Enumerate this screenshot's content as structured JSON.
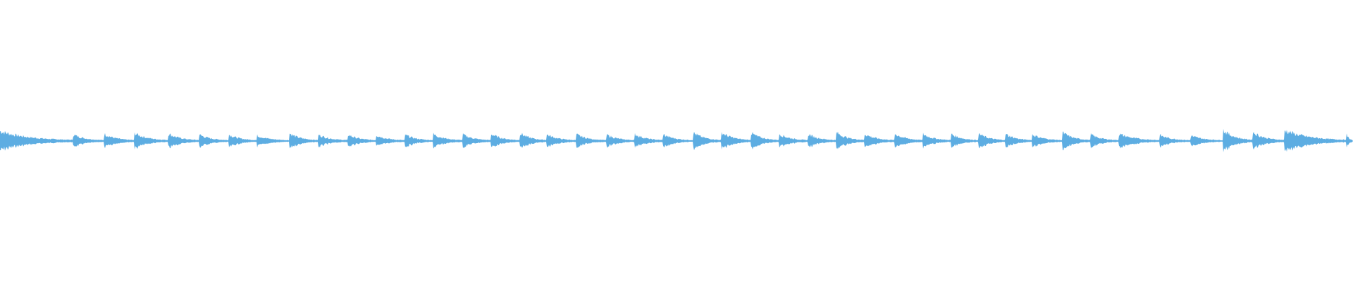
{
  "waveform": {
    "color": "#5dade2",
    "background": "#ffffff",
    "duration_fraction_visible": 1.0,
    "note_onsets": [
      0.0,
      0.054,
      0.077,
      0.099,
      0.124,
      0.147,
      0.169,
      0.19,
      0.214,
      0.235,
      0.257,
      0.278,
      0.299,
      0.32,
      0.342,
      0.363,
      0.384,
      0.404,
      0.426,
      0.448,
      0.469,
      0.49,
      0.512,
      0.533,
      0.555,
      0.576,
      0.597,
      0.618,
      0.639,
      0.661,
      0.682,
      0.703,
      0.723,
      0.743,
      0.763,
      0.785,
      0.806,
      0.827,
      0.857,
      0.88,
      0.904,
      0.926,
      0.949,
      0.995
    ],
    "note_peaks": [
      0.85,
      0.55,
      0.6,
      0.7,
      0.65,
      0.55,
      0.55,
      0.45,
      0.65,
      0.55,
      0.55,
      0.5,
      0.55,
      0.6,
      0.55,
      0.6,
      0.7,
      0.55,
      0.55,
      0.55,
      0.6,
      0.55,
      0.75,
      0.75,
      0.7,
      0.6,
      0.6,
      0.75,
      0.6,
      0.65,
      0.6,
      0.6,
      0.65,
      0.6,
      0.55,
      0.75,
      0.55,
      0.6,
      0.5,
      0.45,
      0.95,
      0.75,
      0.95,
      0.6
    ]
  }
}
